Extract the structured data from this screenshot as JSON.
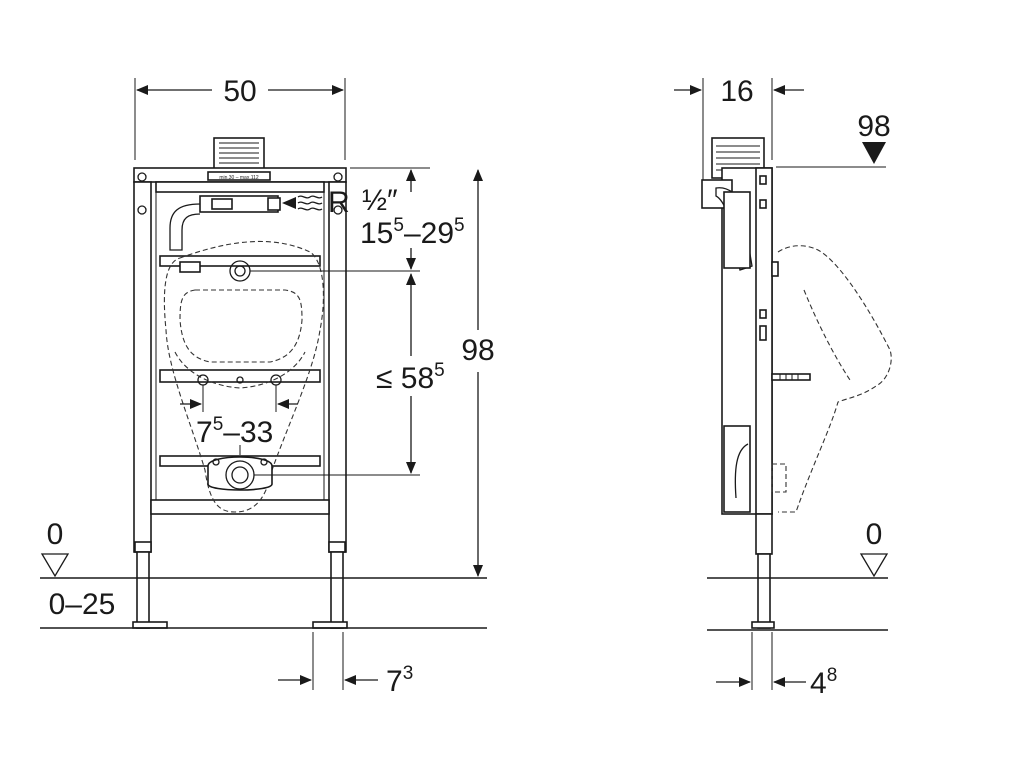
{
  "front_view": {
    "width": "50",
    "connection_label": "R",
    "connection_size": "½″",
    "supply_height_base": "15",
    "supply_height_base_sup": "5",
    "supply_height_sep": "–29",
    "supply_height_top_sup": "5",
    "total_height": "98",
    "drain_distance_base": "≤ 58",
    "drain_distance_sup": "5",
    "bolt_spacing_base": "7",
    "bolt_spacing_sup": "5",
    "bolt_spacing_rest": "–33",
    "floor_level": "0",
    "floor_adjust": "0–25",
    "foot_offset_base": "7",
    "foot_offset_sup": "3",
    "plate_label": "min.30 – max.112"
  },
  "side_view": {
    "depth": "16",
    "height_marker": "98",
    "floor_level": "0",
    "foot_depth_base": "4",
    "foot_depth_sup": "8"
  }
}
